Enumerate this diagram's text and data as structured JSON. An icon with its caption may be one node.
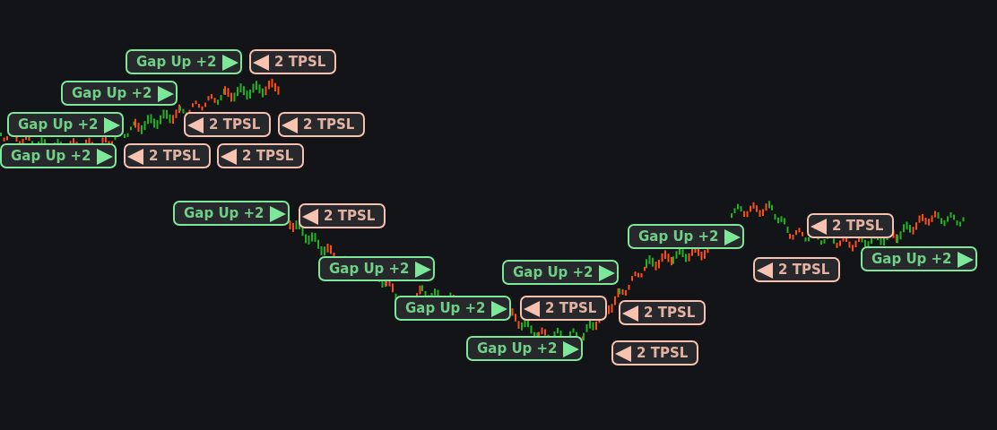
{
  "diagram": {
    "nodes": [
      {
        "text": [
          "Gap Up +2"
        ]
      },
      {
        "text": [
          "2 TPSL"
        ]
      },
      {
        "text": [
          "Gap Up +2"
        ]
      },
      {
        "text": [
          "Gap Up +2"
        ]
      },
      {
        "text": [
          "2 TPSL"
        ]
      },
      {
        "text": [
          "Gap Up +2"
        ]
      },
      {
        "text": [
          "2 TPSL"
        ]
      },
      {
        "text": [
          "Gap Up +2"
        ]
      },
      {
        "text": [
          "2 TPSL"
        ]
      },
      {
        "text": [
          "2 TPSL"
        ]
      },
      {
        "text": [
          "2 TPSL"
        ]
      },
      {
        "text": [
          "Gap Up +2"
        ]
      },
      {
        "text": [
          "Gap Up +2"
        ]
      },
      {
        "text": [
          "2 TPSL"
        ]
      },
      {
        "text": [
          "Gap Up +2"
        ]
      },
      {
        "text": [
          "Gap Up +2"
        ]
      },
      {
        "text": [
          "2 TPSL"
        ]
      },
      {
        "text": [
          "2 TPSL"
        ]
      },
      {
        "text": [
          "Gap Up +2"
        ]
      },
      {
        "text": [
          "2 TPSL"
        ]
      },
      {
        "text": [
          "Gap Up +2"
        ]
      },
      {
        "text": [
          "2 TPSL"
        ]
      }
    ]
  }
}
